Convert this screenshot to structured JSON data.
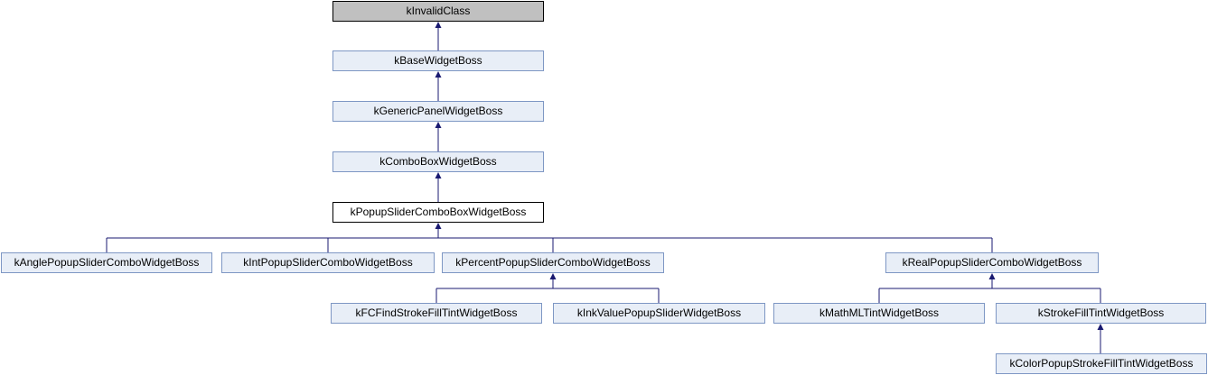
{
  "diagram": {
    "kind": "class-inheritance-graph",
    "colors": {
      "background_color": "#FFFFFF",
      "edge_color": "#191970",
      "text_color": "#000000",
      "documented_fill": "#E8EEF7",
      "documented_border": "#7E97C4",
      "undocumented_fill": "#C0C0C0",
      "undocumented_border": "#000000",
      "current_fill": "#FFFFFF",
      "current_border": "#000000"
    },
    "nodes": [
      {
        "label": "kInvalidClass",
        "style": "undocumented"
      },
      {
        "label": "kBaseWidgetBoss",
        "style": "documented"
      },
      {
        "label": "kGenericPanelWidgetBoss",
        "style": "documented"
      },
      {
        "label": "kComboBoxWidgetBoss",
        "style": "documented"
      },
      {
        "label": "kPopupSliderComboBoxWidgetBoss",
        "style": "current"
      },
      {
        "label": "kAnglePopupSliderComboWidgetBoss",
        "style": "documented"
      },
      {
        "label": "kIntPopupSliderComboWidgetBoss",
        "style": "documented"
      },
      {
        "label": "kPercentPopupSliderComboWidgetBoss",
        "style": "documented"
      },
      {
        "label": "kRealPopupSliderComboWidgetBoss",
        "style": "documented"
      },
      {
        "label": "kFCFindStrokeFillTintWidgetBoss",
        "style": "documented"
      },
      {
        "label": "kInkValuePopupSliderWidgetBoss",
        "style": "documented"
      },
      {
        "label": "kMathMLTintWidgetBoss",
        "style": "documented"
      },
      {
        "label": "kStrokeFillTintWidgetBoss",
        "style": "documented"
      },
      {
        "label": "kColorPopupStrokeFillTintWidgetBoss",
        "style": "documented"
      }
    ],
    "edges": [
      {
        "from": "kBaseWidgetBoss",
        "to": "kInvalidClass"
      },
      {
        "from": "kGenericPanelWidgetBoss",
        "to": "kBaseWidgetBoss"
      },
      {
        "from": "kComboBoxWidgetBoss",
        "to": "kGenericPanelWidgetBoss"
      },
      {
        "from": "kPopupSliderComboBoxWidgetBoss",
        "to": "kComboBoxWidgetBoss"
      },
      {
        "from": "kAnglePopupSliderComboWidgetBoss",
        "to": "kPopupSliderComboBoxWidgetBoss"
      },
      {
        "from": "kIntPopupSliderComboWidgetBoss",
        "to": "kPopupSliderComboBoxWidgetBoss"
      },
      {
        "from": "kPercentPopupSliderComboWidgetBoss",
        "to": "kPopupSliderComboBoxWidgetBoss"
      },
      {
        "from": "kRealPopupSliderComboWidgetBoss",
        "to": "kPopupSliderComboBoxWidgetBoss"
      },
      {
        "from": "kFCFindStrokeFillTintWidgetBoss",
        "to": "kPercentPopupSliderComboWidgetBoss"
      },
      {
        "from": "kInkValuePopupSliderWidgetBoss",
        "to": "kPercentPopupSliderComboWidgetBoss"
      },
      {
        "from": "kMathMLTintWidgetBoss",
        "to": "kRealPopupSliderComboWidgetBoss"
      },
      {
        "from": "kStrokeFillTintWidgetBoss",
        "to": "kRealPopupSliderComboWidgetBoss"
      },
      {
        "from": "kColorPopupStrokeFillTintWidgetBoss",
        "to": "kStrokeFillTintWidgetBoss"
      }
    ]
  }
}
